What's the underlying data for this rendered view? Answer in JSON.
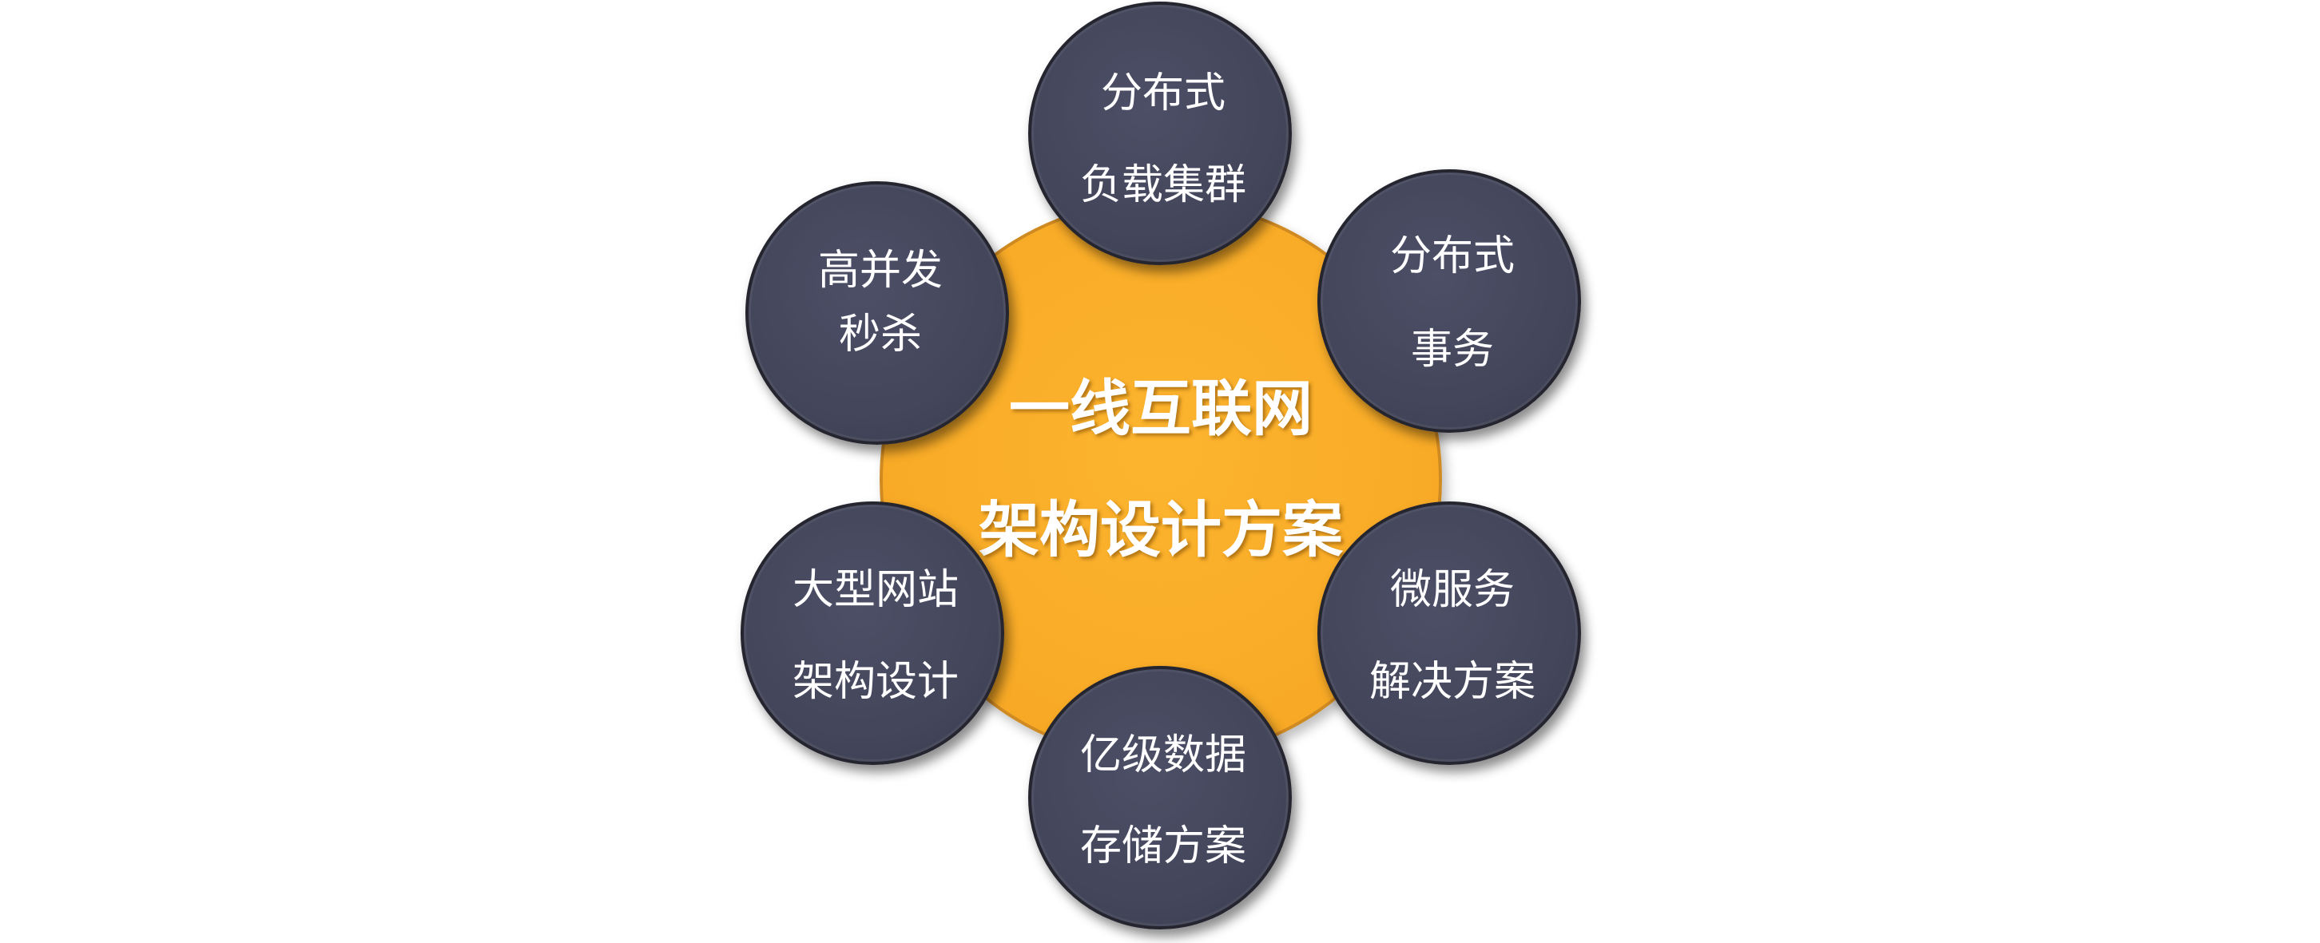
{
  "center": {
    "line1": "一线互联网",
    "line2": "架构设计方案",
    "color": "#fbb02a"
  },
  "nodes": [
    {
      "id": "top",
      "line1": "分布式",
      "line2": "负载集群"
    },
    {
      "id": "top-right",
      "line1": "分布式",
      "line2": "事务"
    },
    {
      "id": "bottom-right",
      "line1": "微服务",
      "line2": "解决方案"
    },
    {
      "id": "bottom",
      "line1": "亿级数据",
      "line2": "存储方案"
    },
    {
      "id": "bottom-left",
      "line1": "大型网站",
      "line2": "架构设计"
    },
    {
      "id": "top-left",
      "line1": "高并发",
      "line2": "秒杀"
    }
  ],
  "node_color": "#45475c"
}
